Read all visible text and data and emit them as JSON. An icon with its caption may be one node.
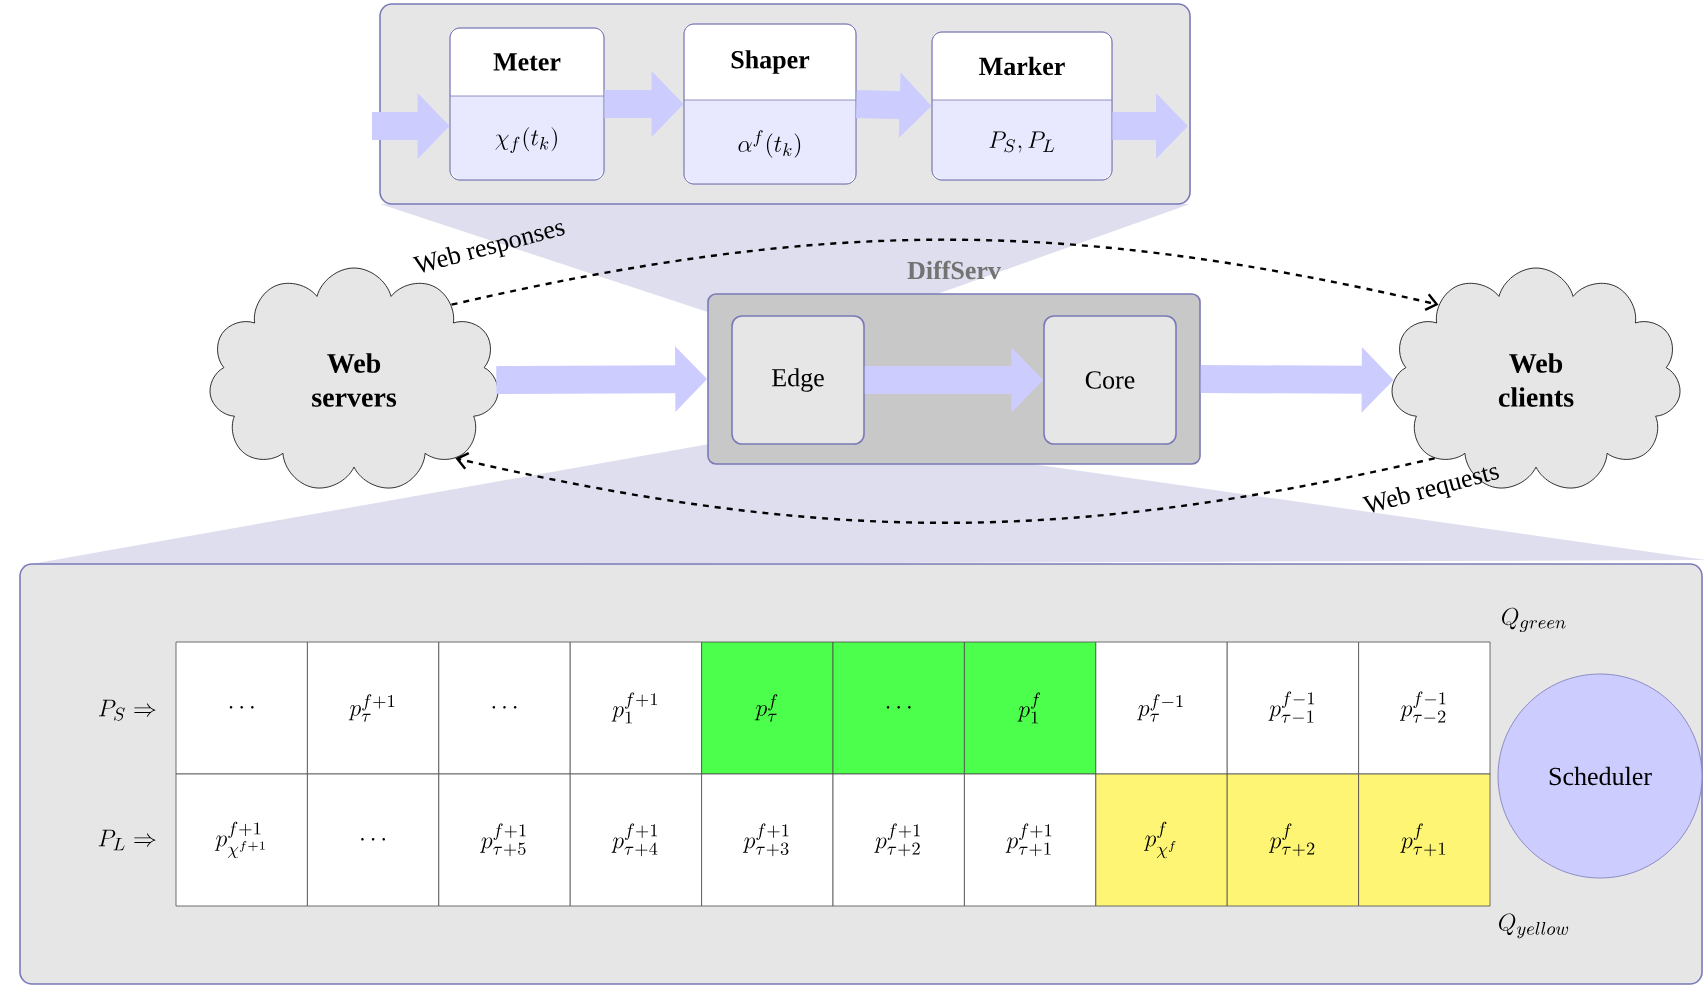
{
  "diagram": {
    "nodes": [
      {
        "text": [],
        "shape": "box"
      },
      {
        "text": [
          "Meter",
          "\\chi_f(t_k)"
        ],
        "in": 0
      },
      {
        "text": [
          "Shaper",
          "\\alpha^f(t_k)"
        ],
        "in": 0
      },
      {
        "text": [
          "Marker",
          "P_S, P_L"
        ],
        "in": 0
      },
      {
        "text": [
          "Web servers"
        ]
      },
      {
        "text": [
          "DiffServ"
        ]
      },
      {
        "text": [
          "Edge"
        ],
        "in": 5
      },
      {
        "text": [
          "Core"
        ],
        "in": 5
      },
      {
        "text": [
          "Web clients"
        ]
      },
      {
        "text": [],
        "shape": "box"
      },
      {
        "text": [
          "Scheduler"
        ],
        "in": 9
      }
    ],
    "edges": [
      {
        "from": null,
        "to": 1,
        "arrow": "to"
      },
      {
        "from": 1,
        "to": 2,
        "arrow": "to"
      },
      {
        "from": 2,
        "to": 3,
        "arrow": "to"
      },
      {
        "from": 3,
        "to": null,
        "arrow": "to"
      },
      {
        "from": 4,
        "to": 5,
        "arrow": "to"
      },
      {
        "from": 6,
        "to": 7,
        "arrow": "to"
      },
      {
        "from": 5,
        "to": 8,
        "arrow": "to"
      },
      {
        "from": 4,
        "to": 8,
        "arrow": "to",
        "label": "Web responses",
        "style": "dashed",
        "color": "#000000"
      },
      {
        "from": 8,
        "to": 4,
        "arrow": "to",
        "label": "Web requests",
        "style": "dashed",
        "color": "#000000"
      }
    ],
    "labels": [
      "Q_{green}",
      "P_S \\Rightarrow",
      "\\cdots",
      "p_\\tau^{f+1}",
      "\\cdots",
      "p_1^{f+1}",
      "p_\\tau^f",
      "\\cdots",
      "p_1^f",
      "p_\\tau^{f-1}",
      "p_{\\tau-1}^{f-1}",
      "p_{\\tau-2}^{f-1}",
      "P_L \\Rightarrow",
      "p_{\\chi^{f+1}}^{f+1}",
      "\\cdots",
      "p_{\\tau+5}^{f+1}",
      "p_{\\tau+4}^{f+1}",
      "p_{\\tau+3}^{f+1}",
      "p_{\\tau+2}^{f+1}",
      "p_{\\tau+1}^{f+1}",
      "p_{\\chi^f}^f",
      "p_{\\tau+2}^f",
      "p_{\\tau+1}^f",
      "Q_{yellow}"
    ]
  }
}
